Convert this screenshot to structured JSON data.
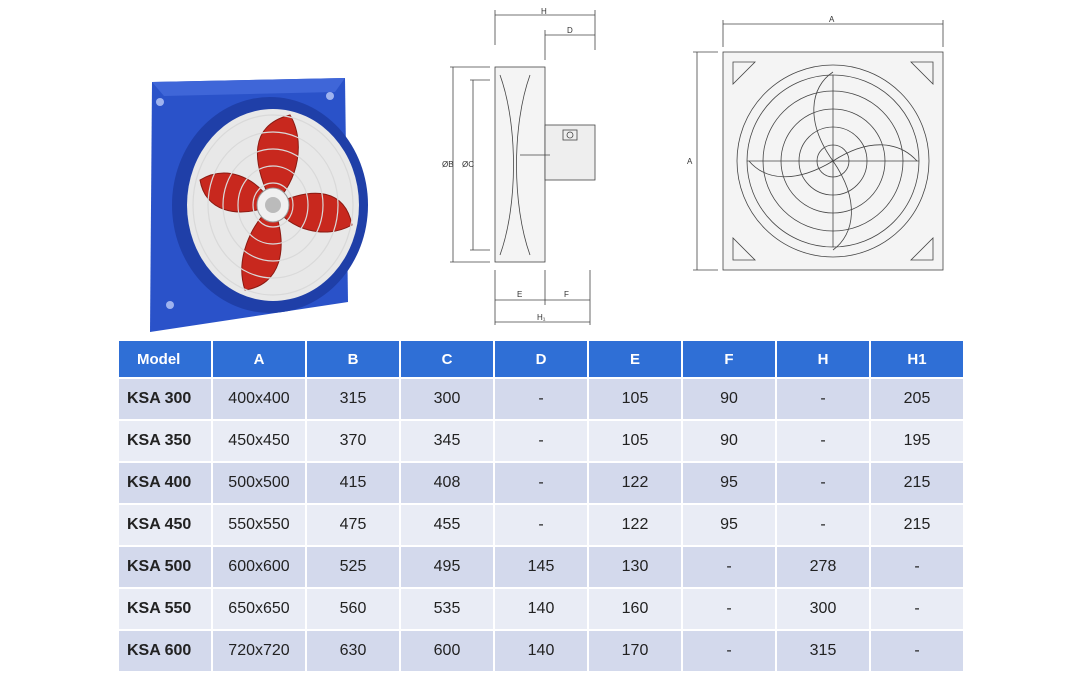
{
  "diagram_labels": {
    "side": {
      "top_h": "H",
      "top_d": "D",
      "dia_b": "ØB",
      "dia_c": "ØC",
      "bottom_e": "E",
      "bottom_f": "F",
      "bottom_h1": "H₁"
    },
    "front": {
      "top_a": "A",
      "left_a": "A"
    }
  },
  "table": {
    "headers": [
      "Model",
      "A",
      "B",
      "C",
      "D",
      "E",
      "F",
      "H",
      "H1"
    ],
    "rows": [
      [
        "KSA 300",
        "400x400",
        "315",
        "300",
        "-",
        "105",
        "90",
        "-",
        "205"
      ],
      [
        "KSA 350",
        "450x450",
        "370",
        "345",
        "-",
        "105",
        "90",
        "-",
        "195"
      ],
      [
        "KSA 400",
        "500x500",
        "415",
        "408",
        "-",
        "122",
        "95",
        "-",
        "215"
      ],
      [
        "KSA 450",
        "550x550",
        "475",
        "455",
        "-",
        "122",
        "95",
        "-",
        "215"
      ],
      [
        "KSA 500",
        "600x600",
        "525",
        "495",
        "145",
        "130",
        "-",
        "278",
        "-"
      ],
      [
        "KSA 550",
        "650x650",
        "560",
        "535",
        "140",
        "160",
        "-",
        "300",
        "-"
      ],
      [
        "KSA 600",
        "720x720",
        "630",
        "600",
        "140",
        "170",
        "-",
        "315",
        "-"
      ]
    ]
  },
  "colors": {
    "header_bg": "#2f6fd6",
    "row_odd": "#d3d9ec",
    "row_even": "#e9ecf5",
    "fan_housing": "#2a52c9",
    "fan_blades": "#c8281e"
  }
}
